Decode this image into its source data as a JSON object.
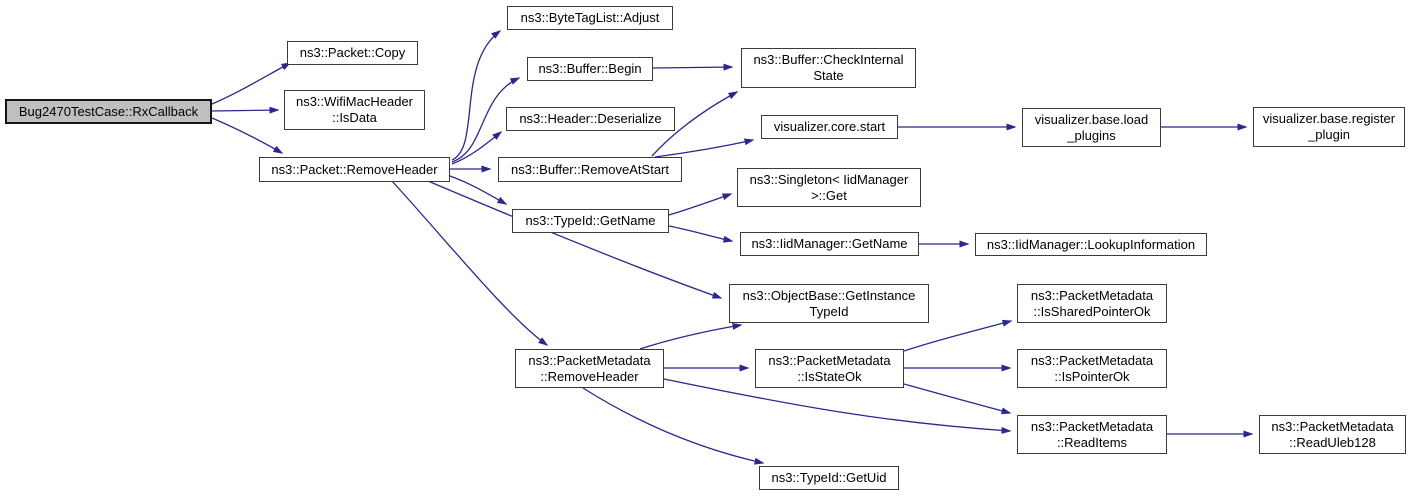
{
  "diagram": {
    "type": "call-graph",
    "tool_style": "doxygen",
    "colors": {
      "background": "#ffffff",
      "edge": "#28288f",
      "node_fill": "#ffffff",
      "node_border": "#3b3b3b",
      "highlight_fill": "#bfbfbf",
      "highlight_border": "#141414",
      "text": "#000000"
    },
    "nodes": [
      {
        "id": "rx-callback",
        "label": [
          "Bug2470TestCase::RxCallback"
        ],
        "highlighted": true
      },
      {
        "id": "packet-copy",
        "label": [
          "ns3::Packet::Copy"
        ],
        "highlighted": false
      },
      {
        "id": "wifimacheader-isdata",
        "label": [
          "ns3::WifiMacHeader",
          "::IsData"
        ],
        "highlighted": false
      },
      {
        "id": "packet-removeheader",
        "label": [
          "ns3::Packet::RemoveHeader"
        ],
        "highlighted": false
      },
      {
        "id": "bytetaglist-adjust",
        "label": [
          "ns3::ByteTagList::Adjust"
        ],
        "highlighted": false
      },
      {
        "id": "buffer-begin",
        "label": [
          "ns3::Buffer::Begin"
        ],
        "highlighted": false
      },
      {
        "id": "header-deserialize",
        "label": [
          "ns3::Header::Deserialize"
        ],
        "highlighted": false
      },
      {
        "id": "buffer-removeatstart",
        "label": [
          "ns3::Buffer::RemoveAtStart"
        ],
        "highlighted": false
      },
      {
        "id": "typeid-getname",
        "label": [
          "ns3::TypeId::GetName"
        ],
        "highlighted": false
      },
      {
        "id": "buffer-checkinternalstate",
        "label": [
          "ns3::Buffer::CheckInternal",
          "State"
        ],
        "highlighted": false
      },
      {
        "id": "visualizer-core-start",
        "label": [
          "visualizer.core.start"
        ],
        "highlighted": false
      },
      {
        "id": "singleton-iidmanager-get",
        "label": [
          "ns3::Singleton< IidManager",
          ">::Get"
        ],
        "highlighted": false
      },
      {
        "id": "iidmanager-getname",
        "label": [
          "ns3::IidManager::GetName"
        ],
        "highlighted": false
      },
      {
        "id": "objectbase-getinstancetypeid",
        "label": [
          "ns3::ObjectBase::GetInstance",
          "TypeId"
        ],
        "highlighted": false
      },
      {
        "id": "packetmetadata-removeheader",
        "label": [
          "ns3::PacketMetadata",
          "::RemoveHeader"
        ],
        "highlighted": false
      },
      {
        "id": "packetmetadata-isstateok",
        "label": [
          "ns3::PacketMetadata",
          "::IsStateOk"
        ],
        "highlighted": false
      },
      {
        "id": "typeid-getuid",
        "label": [
          "ns3::TypeId::GetUid"
        ],
        "highlighted": false
      },
      {
        "id": "visualizer-base-load-plugins",
        "label": [
          "visualizer.base.load",
          "_plugins"
        ],
        "highlighted": false
      },
      {
        "id": "visualizer-base-register-plugin",
        "label": [
          "visualizer.base.register",
          "_plugin"
        ],
        "highlighted": false
      },
      {
        "id": "iidmanager-lookupinformation",
        "label": [
          "ns3::IidManager::LookupInformation"
        ],
        "highlighted": false
      },
      {
        "id": "packetmetadata-issharedpointerok",
        "label": [
          "ns3::PacketMetadata",
          "::IsSharedPointerOk"
        ],
        "highlighted": false
      },
      {
        "id": "packetmetadata-ispointerok",
        "label": [
          "ns3::PacketMetadata",
          "::IsPointerOk"
        ],
        "highlighted": false
      },
      {
        "id": "packetmetadata-readitems",
        "label": [
          "ns3::PacketMetadata",
          "::ReadItems"
        ],
        "highlighted": false
      },
      {
        "id": "packetmetadata-readuleb128",
        "label": [
          "ns3::PacketMetadata",
          "::ReadUleb128"
        ],
        "highlighted": false
      }
    ],
    "edges": [
      {
        "from": "rx-callback",
        "to": "packet-copy"
      },
      {
        "from": "rx-callback",
        "to": "wifimacheader-isdata"
      },
      {
        "from": "rx-callback",
        "to": "packet-removeheader"
      },
      {
        "from": "packet-removeheader",
        "to": "bytetaglist-adjust"
      },
      {
        "from": "packet-removeheader",
        "to": "buffer-begin"
      },
      {
        "from": "packet-removeheader",
        "to": "header-deserialize"
      },
      {
        "from": "packet-removeheader",
        "to": "buffer-removeatstart"
      },
      {
        "from": "packet-removeheader",
        "to": "typeid-getname"
      },
      {
        "from": "packet-removeheader",
        "to": "objectbase-getinstancetypeid"
      },
      {
        "from": "packet-removeheader",
        "to": "packetmetadata-removeheader"
      },
      {
        "from": "buffer-begin",
        "to": "buffer-checkinternalstate"
      },
      {
        "from": "buffer-removeatstart",
        "to": "buffer-checkinternalstate"
      },
      {
        "from": "buffer-removeatstart",
        "to": "visualizer-core-start"
      },
      {
        "from": "visualizer-core-start",
        "to": "visualizer-base-load-plugins"
      },
      {
        "from": "visualizer-base-load-plugins",
        "to": "visualizer-base-register-plugin"
      },
      {
        "from": "typeid-getname",
        "to": "singleton-iidmanager-get"
      },
      {
        "from": "typeid-getname",
        "to": "iidmanager-getname"
      },
      {
        "from": "iidmanager-getname",
        "to": "iidmanager-lookupinformation"
      },
      {
        "from": "packetmetadata-removeheader",
        "to": "objectbase-getinstancetypeid"
      },
      {
        "from": "packetmetadata-removeheader",
        "to": "packetmetadata-isstateok"
      },
      {
        "from": "packetmetadata-removeheader",
        "to": "packetmetadata-readitems"
      },
      {
        "from": "packetmetadata-removeheader",
        "to": "typeid-getuid"
      },
      {
        "from": "packetmetadata-isstateok",
        "to": "packetmetadata-issharedpointerok"
      },
      {
        "from": "packetmetadata-isstateok",
        "to": "packetmetadata-ispointerok"
      },
      {
        "from": "packetmetadata-isstateok",
        "to": "packetmetadata-readitems"
      },
      {
        "from": "packetmetadata-readitems",
        "to": "packetmetadata-readuleb128"
      }
    ]
  }
}
